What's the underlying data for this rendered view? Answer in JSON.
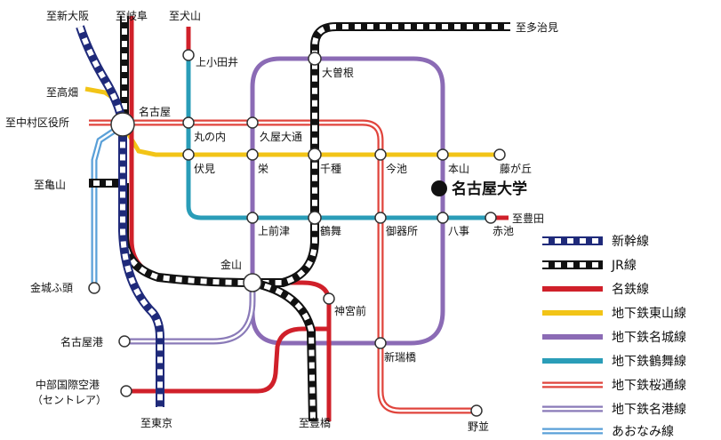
{
  "map": {
    "labels": {
      "shin_osaka": "至新大阪",
      "gifu": "至岐阜",
      "inuyama": "至犬山",
      "tajimi": "至多治見",
      "kamiotai": "上小田井",
      "ozone": "大曽根",
      "takabata": "至高畑",
      "nakamura": "至中村区役所",
      "nagoya": "名古屋",
      "marunouchi": "丸の内",
      "hisaya": "久屋大通",
      "fushimi": "伏見",
      "sakae": "栄",
      "chikusa": "千種",
      "imaike": "今池",
      "motoyama": "本山",
      "fujigaoka": "藤が丘",
      "university": "名古屋大学",
      "kameyama": "至亀山",
      "toyota": "至豊田",
      "kamimaezu": "上前津",
      "tsurumai": "鶴舞",
      "gokiso": "御器所",
      "yagoto": "八事",
      "akaike": "赤池",
      "kanayama": "金山",
      "jingumae": "神宮前",
      "kinjofuto": "金城ふ頭",
      "nagoyako": "名古屋港",
      "aratamabashi": "新瑞橋",
      "airport": "中部国際空港",
      "airport_sub": "（セントレア）",
      "tokyo": "至東京",
      "toyohashi": "至豊橋",
      "nonami": "野並"
    }
  },
  "legend": {
    "items": [
      {
        "label": "新幹線",
        "name": "shinkansen"
      },
      {
        "label": "JR線",
        "name": "jr"
      },
      {
        "label": "名鉄線",
        "name": "meitetsu"
      },
      {
        "label": "地下鉄東山線",
        "name": "higashiyama"
      },
      {
        "label": "地下鉄名城線",
        "name": "meijo"
      },
      {
        "label": "地下鉄鶴舞線",
        "name": "tsurumai"
      },
      {
        "label": "地下鉄桜通線",
        "name": "sakuradori"
      },
      {
        "label": "地下鉄名港線",
        "name": "meiko"
      },
      {
        "label": "あおなみ線",
        "name": "aonami"
      }
    ]
  },
  "colors": {
    "shinkansen": "#1f2a7a",
    "jr": "#111111",
    "meitetsu": "#d0202a",
    "higashiyama": "#f2c417",
    "meijo": "#8b6bb5",
    "tsurumai": "#2a9db8",
    "sakuradori": "#e0443c",
    "meiko": "#8a7ab8",
    "aonami": "#5aa0d8"
  }
}
